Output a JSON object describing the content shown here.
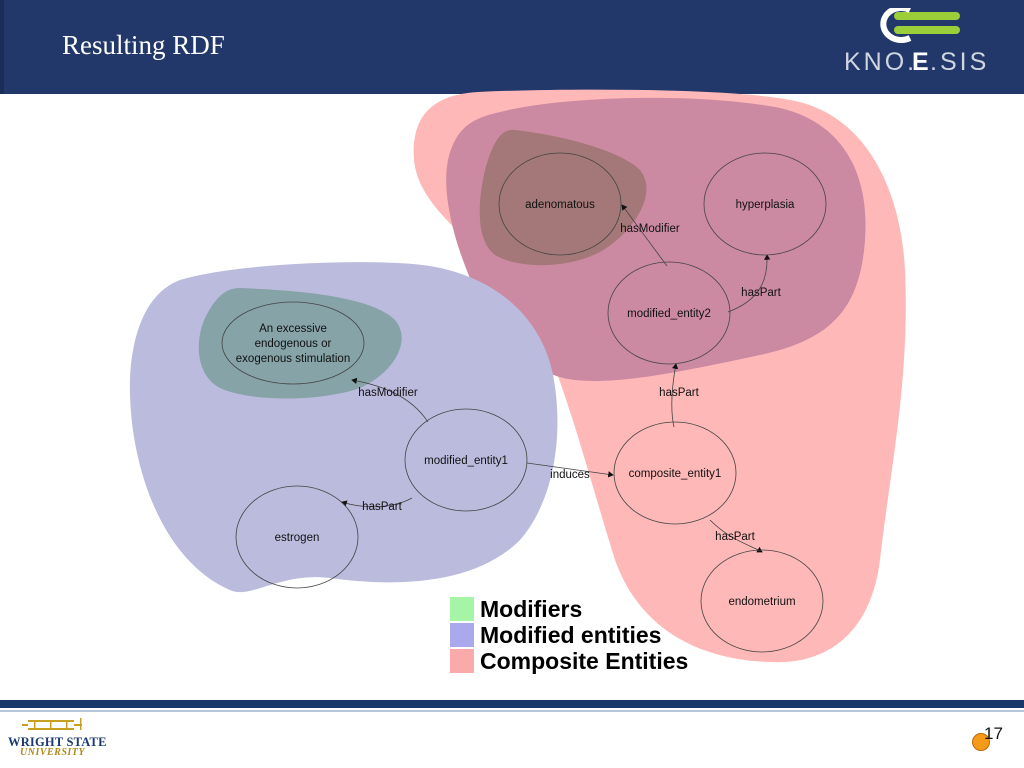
{
  "slide": {
    "title": "Resulting RDF",
    "page_number": "17",
    "logo_text": "KNO.E.SIS",
    "footer_logo": {
      "name": "WRIGHT STATE",
      "subtitle": "UNIVERSITY"
    }
  },
  "diagram": {
    "nodes": {
      "adenomatous": "adenomatous",
      "hyperplasia": "hyperplasia",
      "modified_entity2": "modified_entity2",
      "stimulation_line1": "An excessive",
      "stimulation_line2": "endogenous or",
      "stimulation_line3": "exogenous stimulation",
      "modified_entity1": "modified_entity1",
      "composite_entity1": "composite_entity1",
      "estrogen": "estrogen",
      "endometrium": "endometrium"
    },
    "edges": {
      "me2_hasModifier": "hasModifier",
      "me2_hasPart": "hasPart",
      "ce1_hasPart_me2": "hasPart",
      "me1_hasModifier": "hasModifier",
      "me1_induces": "induces",
      "me1_hasPart": "hasPart",
      "ce1_hasPart_endo": "hasPart"
    }
  },
  "legend": {
    "items": [
      {
        "label": "Modifiers",
        "color": "#a6f4a6"
      },
      {
        "label": "Modified entities",
        "color": "#aaa9ec"
      },
      {
        "label": "Composite Entities",
        "color": "#fbaaaa"
      }
    ]
  },
  "colors": {
    "header": "#22386b",
    "composite_region": "#ffb8b8",
    "modified_region_top": "#cc8aa2",
    "modifier_region_top": "#a47878",
    "modified_region_left": "#bbbbdd",
    "modifier_region_left": "#86a3a8"
  }
}
